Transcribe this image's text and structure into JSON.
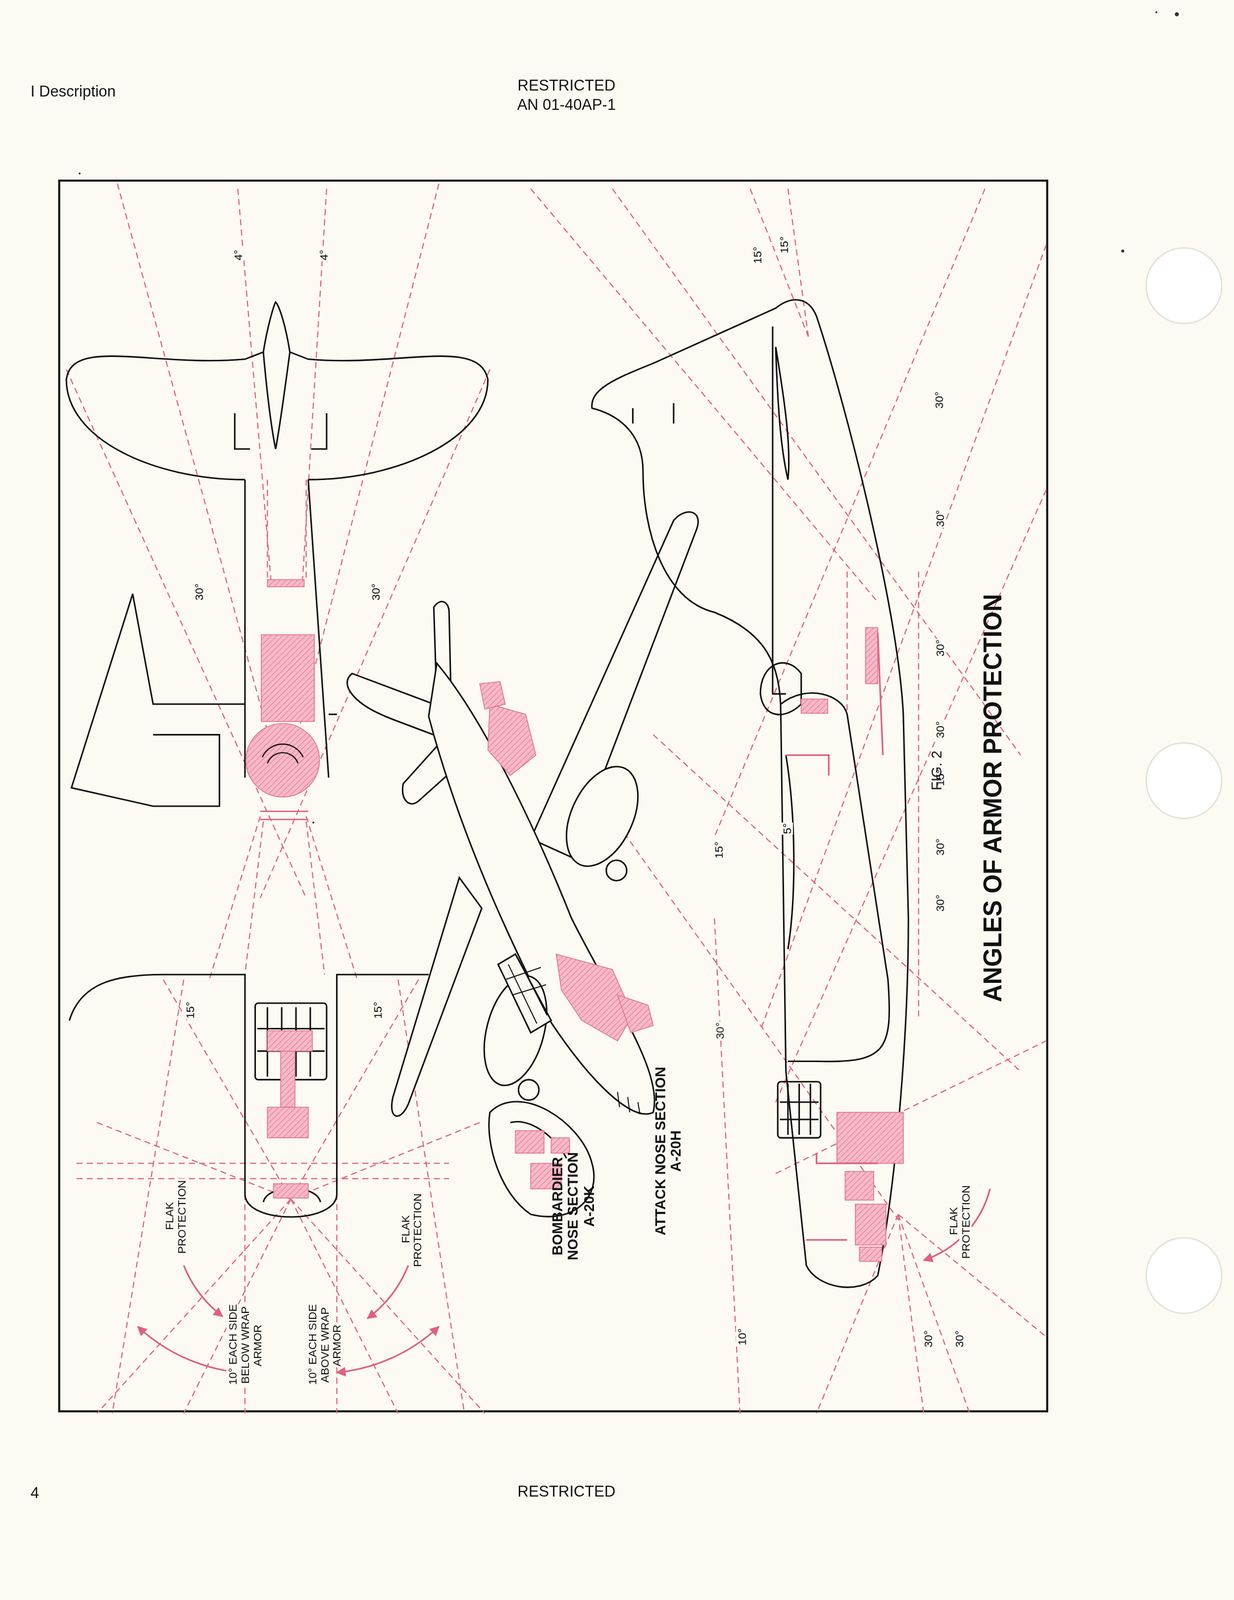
{
  "diagram": {
    "title": "ANGLES OF ARMOR PROTECTION",
    "caption": "FIG. 2",
    "labels": [
      "I Description",
      "RESTRICTED",
      "AN 01-40AP-1",
      "4°",
      "4°",
      "30°",
      "30°",
      "15°",
      "15°",
      "FLAK PROTECTION",
      "FLAK PROTECTION",
      "10° EACH SIDE BELOW WRAP ARMOR",
      "10° EACH SIDE ABOVE WRAP ARMOR",
      "BOMBARDIER NOSE SECTION A-20K",
      "ATTACK NOSE SECTION A-20H",
      "15°",
      "15°",
      "30°",
      "30°",
      "30°",
      "30°",
      "15°",
      "30°",
      "30°",
      "5°",
      "15°",
      "30°",
      "10°",
      "FLAK PROTECTION",
      "30°",
      "30°",
      "4",
      "RESTRICTED"
    ]
  }
}
